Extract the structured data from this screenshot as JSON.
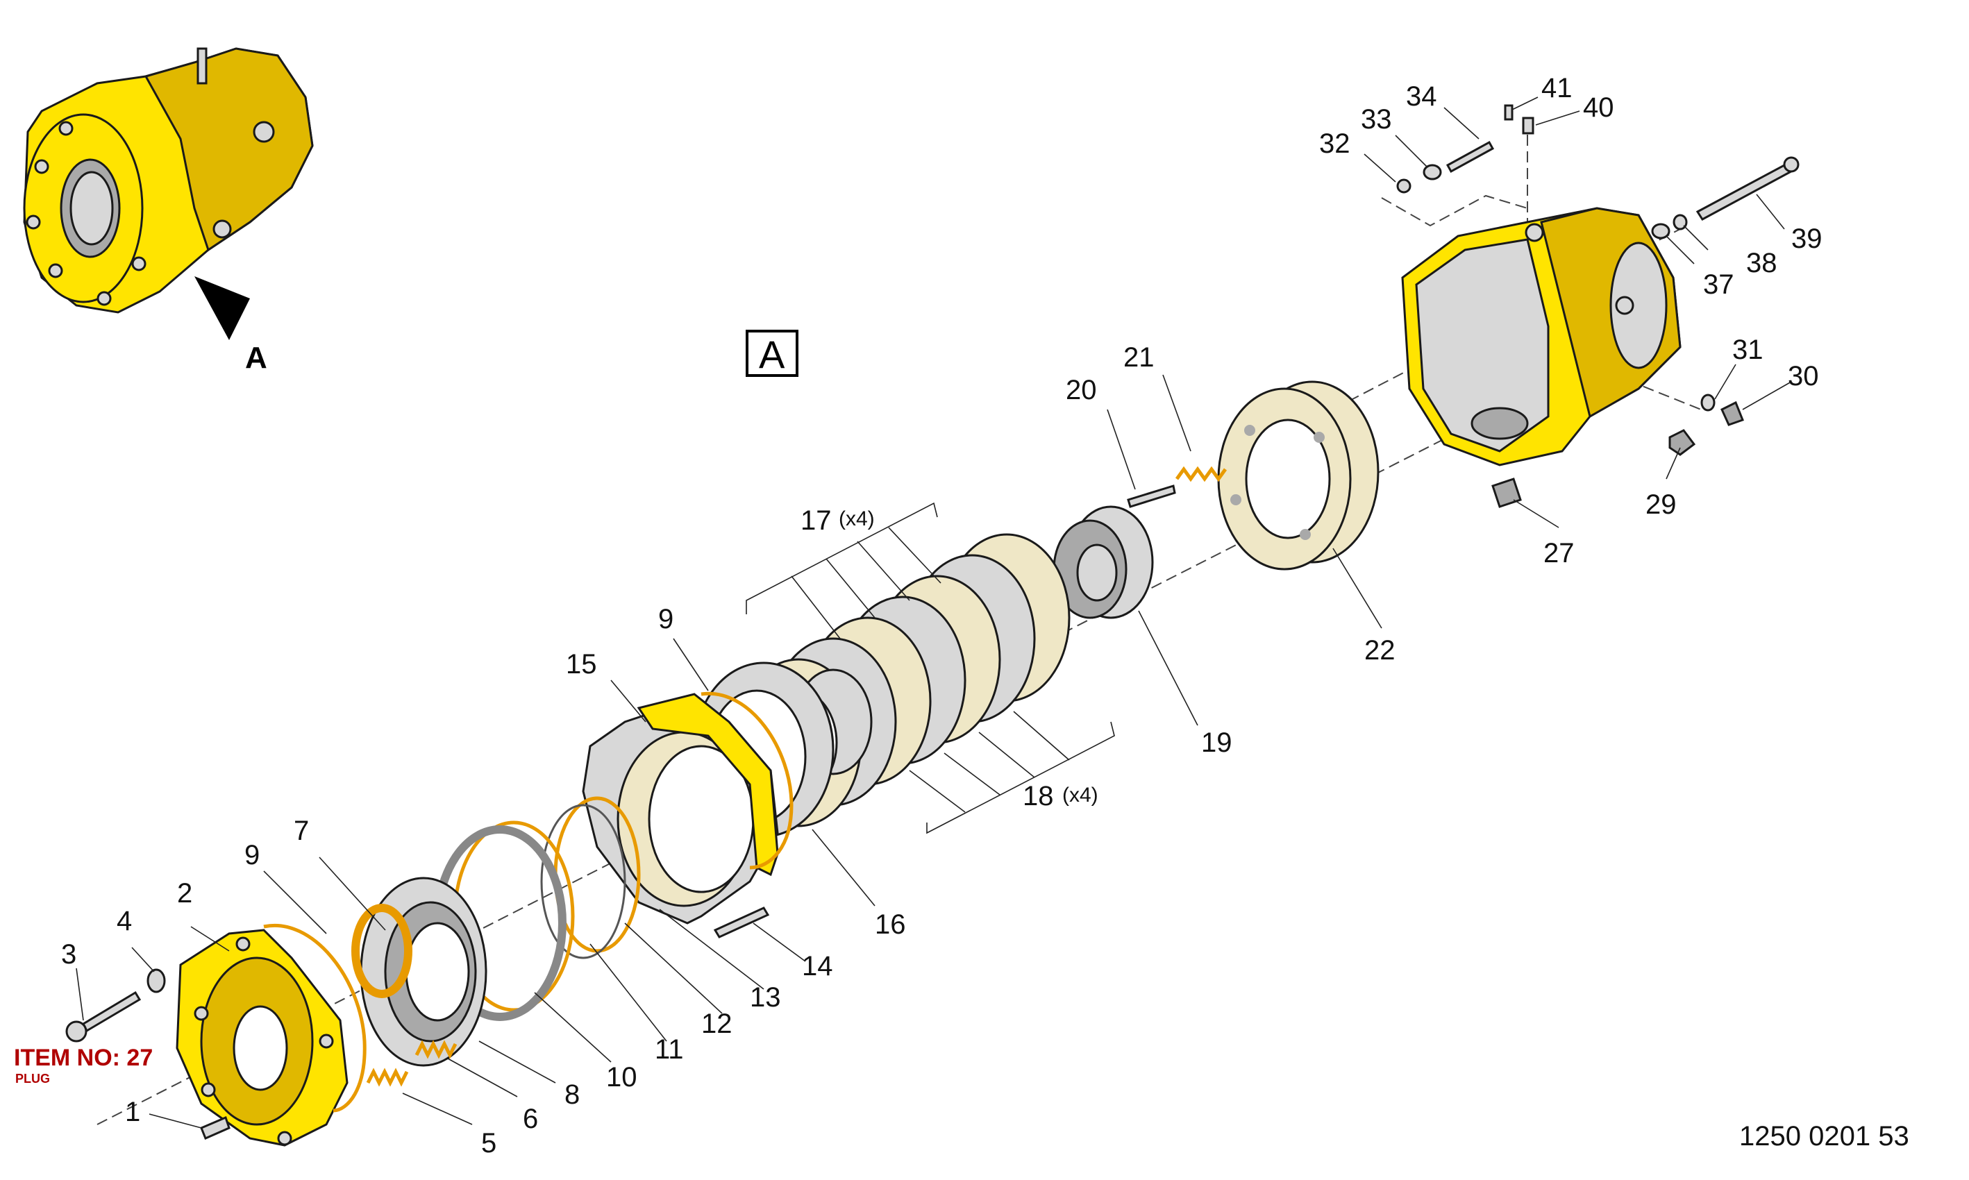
{
  "diagram": {
    "view_label": "A",
    "arrow_label": "A",
    "document_number": "1250 0201 53",
    "item_banner": {
      "title": "ITEM NO: 27",
      "subtitle": "PLUG"
    },
    "callouts": [
      {
        "id": "c1",
        "text": "1"
      },
      {
        "id": "c2",
        "text": "2"
      },
      {
        "id": "c3",
        "text": "3"
      },
      {
        "id": "c4",
        "text": "4"
      },
      {
        "id": "c5",
        "text": "5"
      },
      {
        "id": "c6",
        "text": "6"
      },
      {
        "id": "c7",
        "text": "7"
      },
      {
        "id": "c8",
        "text": "8"
      },
      {
        "id": "c9a",
        "text": "9"
      },
      {
        "id": "c9b",
        "text": "9"
      },
      {
        "id": "c10",
        "text": "10"
      },
      {
        "id": "c11",
        "text": "11"
      },
      {
        "id": "c12",
        "text": "12"
      },
      {
        "id": "c13",
        "text": "13"
      },
      {
        "id": "c14",
        "text": "14"
      },
      {
        "id": "c15",
        "text": "15"
      },
      {
        "id": "c16",
        "text": "16"
      },
      {
        "id": "c17",
        "text": "17"
      },
      {
        "id": "c18",
        "text": "18"
      },
      {
        "id": "c19",
        "text": "19"
      },
      {
        "id": "c20",
        "text": "20"
      },
      {
        "id": "c21",
        "text": "21"
      },
      {
        "id": "c22",
        "text": "22"
      },
      {
        "id": "c27",
        "text": "27"
      },
      {
        "id": "c29",
        "text": "29"
      },
      {
        "id": "c30",
        "text": "30"
      },
      {
        "id": "c31",
        "text": "31"
      },
      {
        "id": "c32",
        "text": "32"
      },
      {
        "id": "c33",
        "text": "33"
      },
      {
        "id": "c34",
        "text": "34"
      },
      {
        "id": "c37",
        "text": "37"
      },
      {
        "id": "c38",
        "text": "38"
      },
      {
        "id": "c39",
        "text": "39"
      },
      {
        "id": "c40",
        "text": "40"
      },
      {
        "id": "c41",
        "text": "41"
      }
    ],
    "multipliers": {
      "m17": "(x4)",
      "m18": "(x4)"
    }
  }
}
